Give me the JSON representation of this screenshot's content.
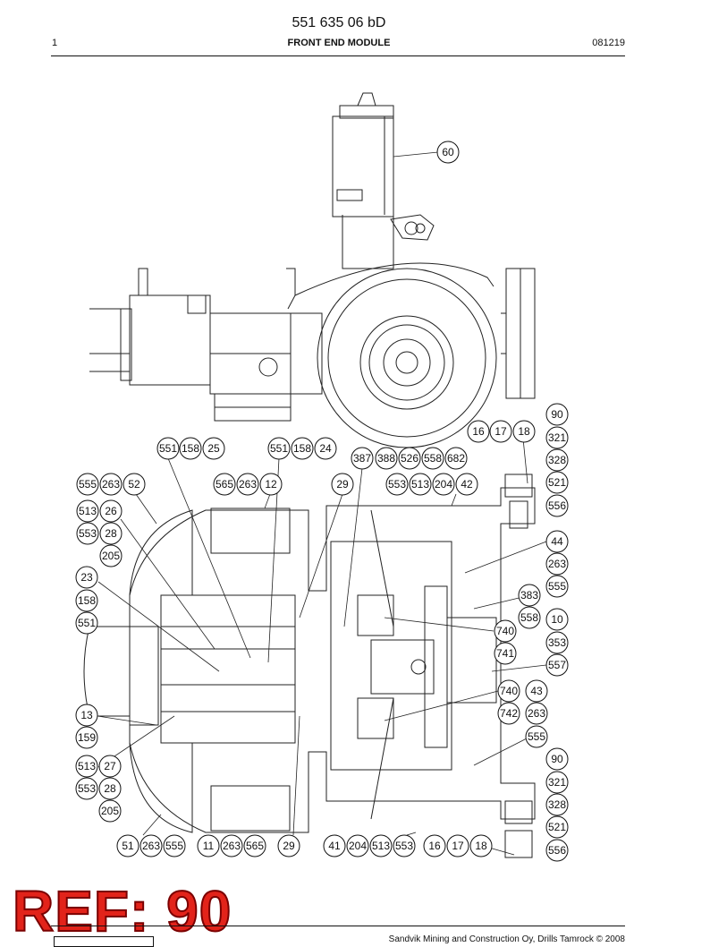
{
  "header": {
    "doc_number": "551 635 06 bD",
    "page": "1",
    "title": "FRONT END MODULE",
    "date_code": "081219"
  },
  "diagram": {
    "top_view_callouts": [
      "60"
    ],
    "bottom_view_callouts": {
      "row_a": [
        "551",
        "158",
        "25"
      ],
      "row_b": [
        "551",
        "158",
        "24"
      ],
      "row_c": [
        "387",
        "388",
        "526",
        "558",
        "682"
      ],
      "row_d_left": [
        "555",
        "263",
        "52"
      ],
      "row_d_mid": [
        "565",
        "263",
        "12"
      ],
      "row_d_29": [
        "29"
      ],
      "row_d_right": [
        "553",
        "513",
        "204",
        "42"
      ],
      "top_right": [
        "16",
        "17",
        "18"
      ],
      "right_column_top": [
        "90",
        "321",
        "328",
        "521",
        "556"
      ],
      "left_column": [
        "513",
        "26",
        "553",
        "28",
        "205",
        "23",
        "158",
        "551",
        "13",
        "159",
        "513",
        "27",
        "553",
        "28",
        "205"
      ],
      "right_column_mid": [
        "44",
        "263",
        "555",
        "383",
        "558",
        "10",
        "740",
        "741",
        "353",
        "557",
        "740",
        "43",
        "742",
        "263",
        "555"
      ],
      "right_column_bottom": [
        "90",
        "321",
        "328",
        "521",
        "556"
      ],
      "bottom_row": [
        "51",
        "263",
        "555",
        "11",
        "263",
        "565",
        "29",
        "41",
        "204",
        "513",
        "553",
        "16",
        "17",
        "18"
      ]
    }
  },
  "stamp": {
    "text": "REF: 90"
  },
  "footer": {
    "copyright": "Sandvik Mining and Construction Oy, Drills Tamrock © 2008"
  }
}
